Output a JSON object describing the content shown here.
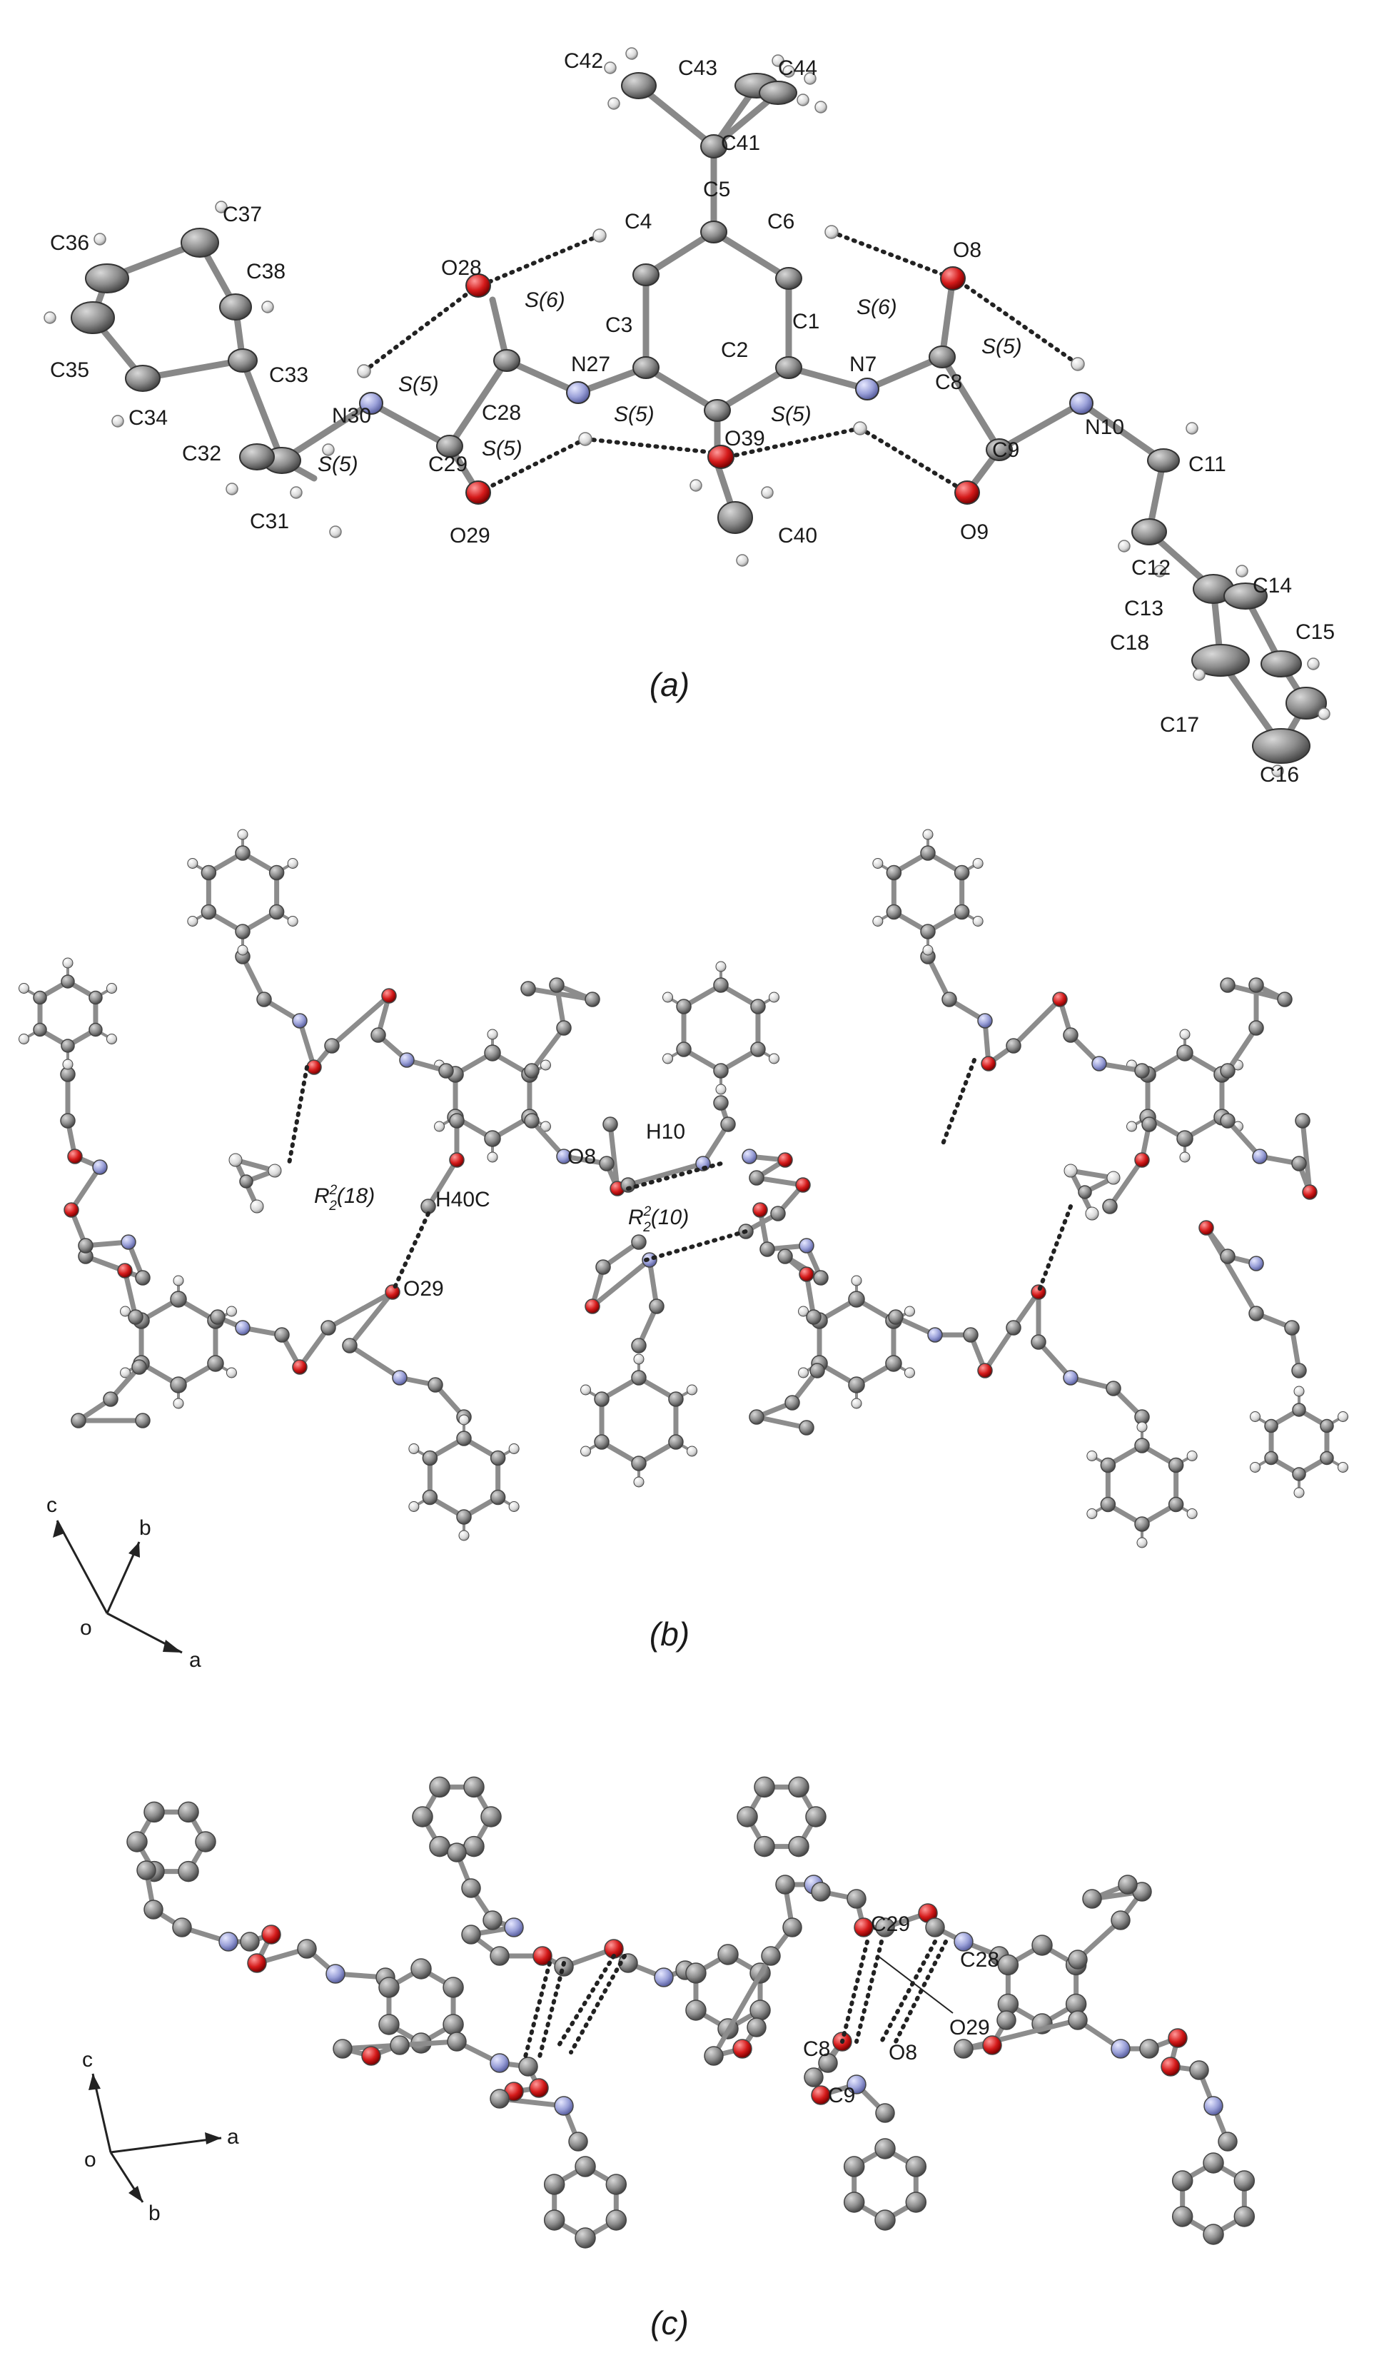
{
  "panels": {
    "a": {
      "caption": "(a)",
      "atom_labels": [
        "C42",
        "C43",
        "C44",
        "C41",
        "C5",
        "C4",
        "C6",
        "C37",
        "C36",
        "C38",
        "O28",
        "S(6)",
        "O8",
        "S(6)",
        "C3",
        "C1",
        "C2",
        "N27",
        "N7",
        "C8",
        "S(5)",
        "C33",
        "C35",
        "N30",
        "S(5)",
        "C28",
        "S(5)",
        "S(5)",
        "O39",
        "S(5)",
        "N10",
        "C9",
        "C34",
        "C32",
        "C29",
        "S(5)",
        "C11",
        "C31",
        "O29",
        "C40",
        "O9",
        "C12",
        "C14",
        "C13",
        "C15",
        "C18",
        "C17",
        "C16"
      ]
    },
    "b": {
      "caption": "(b)",
      "labels": [
        "O8",
        "H10",
        "H40C",
        "O29"
      ],
      "motifs": [
        {
          "base": "R",
          "sup": "2",
          "sub": "2",
          "size": "(18)"
        },
        {
          "base": "R",
          "sup": "2",
          "sub": "2",
          "size": "(10)"
        }
      ],
      "axes": [
        "c",
        "b",
        "o",
        "a"
      ]
    },
    "c": {
      "caption": "(c)",
      "labels": [
        "C29",
        "C28",
        "O29",
        "C8",
        "O8",
        "C9"
      ],
      "axes": [
        "c",
        "o",
        "a",
        "b"
      ]
    }
  },
  "colors": {
    "carbon": "#8c8c8c",
    "carbon_dark": "#4a4a4a",
    "oxygen": "#d41a1a",
    "nitrogen": "#9aa0d8",
    "hydrogen": "#e0e0e0"
  }
}
